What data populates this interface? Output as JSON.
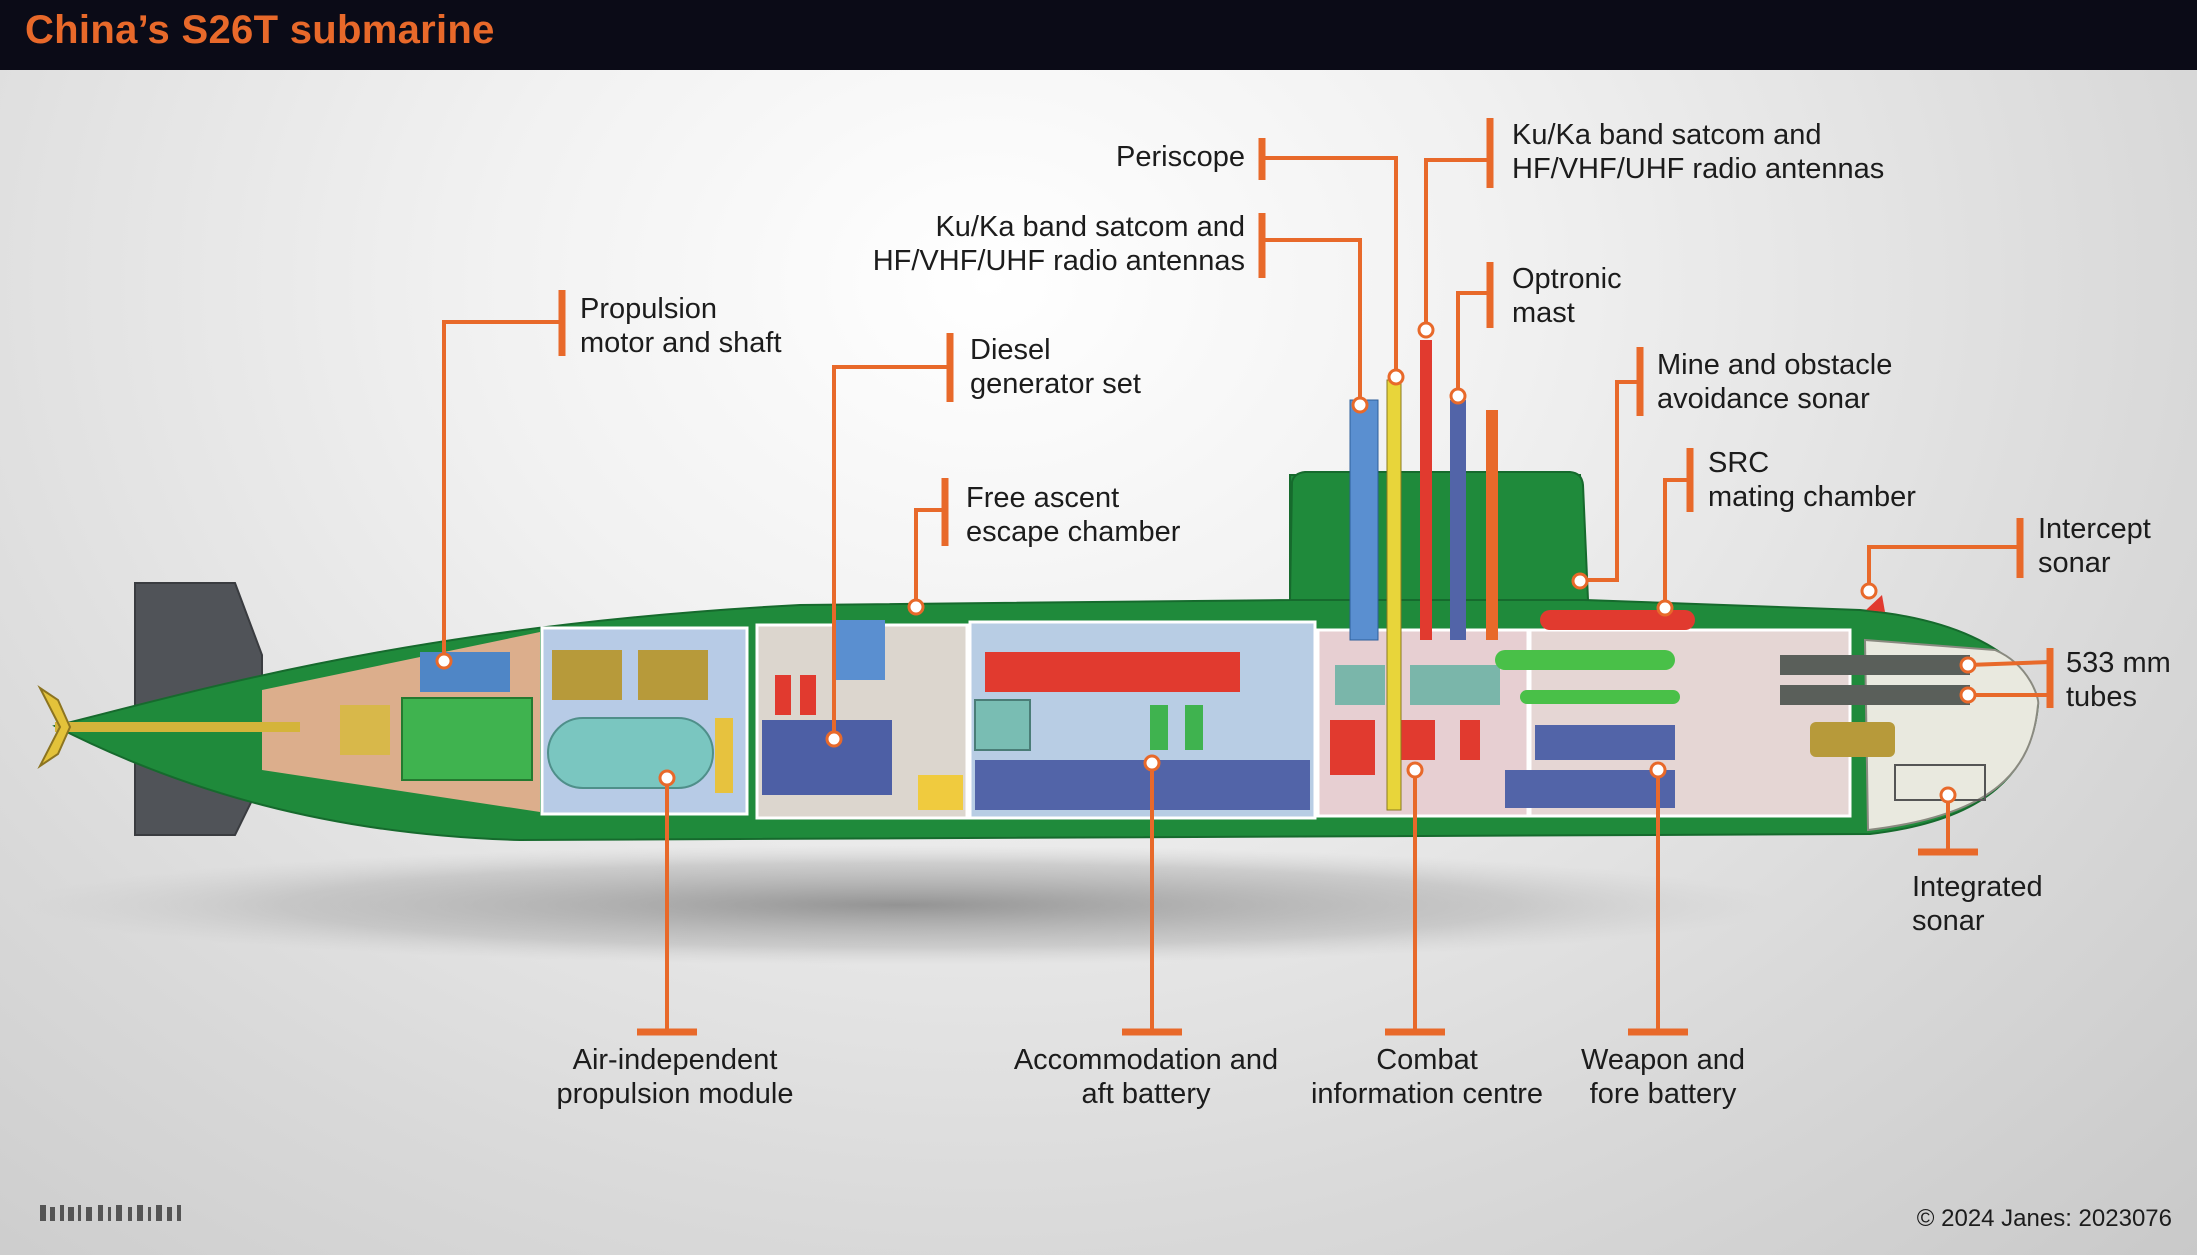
{
  "title": "China’s S26T submarine",
  "credit": "© 2024 Janes: 2023076",
  "colors": {
    "accent": "#e8692a",
    "hull": "#1f8a3b",
    "header": "#0b0b17"
  },
  "labels": {
    "periscope": "Periscope",
    "satcom_rear": "Ku/Ka band satcom and\nHF/VHF/UHF radio antennas",
    "satcom_front": "Ku/Ka band satcom and\nHF/VHF/UHF radio antennas",
    "optronic": "Optronic\nmast",
    "mine": "Mine and obstacle\navoidance sonar",
    "src": "SRC\nmating chamber",
    "intercept": "Intercept\nsonar",
    "tubes": "533 mm\ntubes",
    "integrated": "Integrated\nsonar",
    "propulsion": "Propulsion\nmotor and shaft",
    "diesel": "Diesel\ngenerator set",
    "escape": "Free ascent\nescape chamber",
    "aip": "Air-independent\npropulsion module",
    "accommodation": "Accommodation and\naft battery",
    "combat": "Combat\ninformation centre",
    "weapon": "Weapon and\nfore battery"
  }
}
